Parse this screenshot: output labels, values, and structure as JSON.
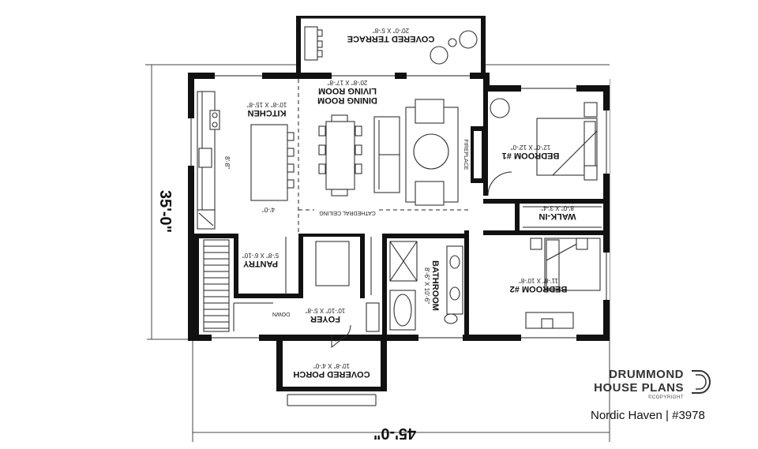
{
  "plan": {
    "overall_width": "45'-0\"",
    "overall_depth": "35'-0\"",
    "rooms": {
      "covered_terrace": {
        "name": "COVERED TERRACE",
        "size": "20'-0\" X 5'-8\""
      },
      "dining_living": {
        "name_line1": "DINING ROOM",
        "name_line2": "LIVING ROOM",
        "size": "20'-8\" X 17'-8\""
      },
      "kitchen": {
        "name": "KITCHEN",
        "size": "10'-8\" X 15'-8\"",
        "island_length": "8'-8\"",
        "island_width": "4'-0\""
      },
      "bedroom1": {
        "name": "BEDROOM #1",
        "size": "12'-0\" X 12'-0\""
      },
      "walk_in": {
        "name": "WALK-IN",
        "size": "8'-0\" X 3'-4\""
      },
      "pantry": {
        "name": "PANTRY",
        "size": "5'-8\" X 6'-10\""
      },
      "bathroom": {
        "name": "BATHROOM",
        "size": "8'-6\" X 10'-6\""
      },
      "bedroom2": {
        "name": "BEDROOM #2",
        "size": "11'-8\" X 10'-8\""
      },
      "foyer": {
        "name": "FOYER",
        "size": "10'-10\" X 5'-8\""
      },
      "covered_porch": {
        "name": "COVERED PORCH",
        "size": "10'-8\" X 4'-0\""
      }
    },
    "notes": {
      "cathedral_ceiling": "CATHEDRAL CEILING",
      "fireplace": "FIREPLACE",
      "stair_down": "DOWN"
    }
  },
  "brand": {
    "line1": "DRUMMOND",
    "line2": "HOUSE PLANS",
    "copyright": "©COPYRIGHT"
  },
  "caption": "Nordic Haven | #3978"
}
